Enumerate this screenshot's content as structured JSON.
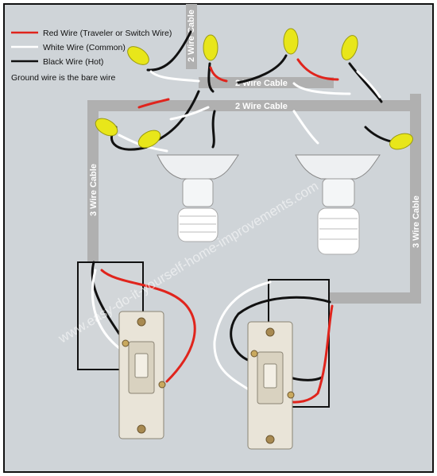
{
  "legend": {
    "red_label": "Red Wire (Traveler or Switch Wire)",
    "white_label": "White Wire (Common)",
    "black_label": "Black Wire (Hot)",
    "ground_note": "Ground wire is the bare wire"
  },
  "cables": {
    "top_vertical": "2 Wire Cable",
    "upper_horizontal": "2 Wire Cable",
    "lower_horizontal": "2 Wire Cable",
    "left_vertical": "3 Wire Cable",
    "right_vertical": "3 Wire Cable"
  },
  "watermark": "www.easy-do-it-yourself-home-improvements.com",
  "colors": {
    "background": "#cfd4d8",
    "cable": "#b0b0b0",
    "red_wire": "#e0241c",
    "white_wire": "#ffffff",
    "black_wire": "#111111",
    "wire_nut": "#e8e61a"
  }
}
